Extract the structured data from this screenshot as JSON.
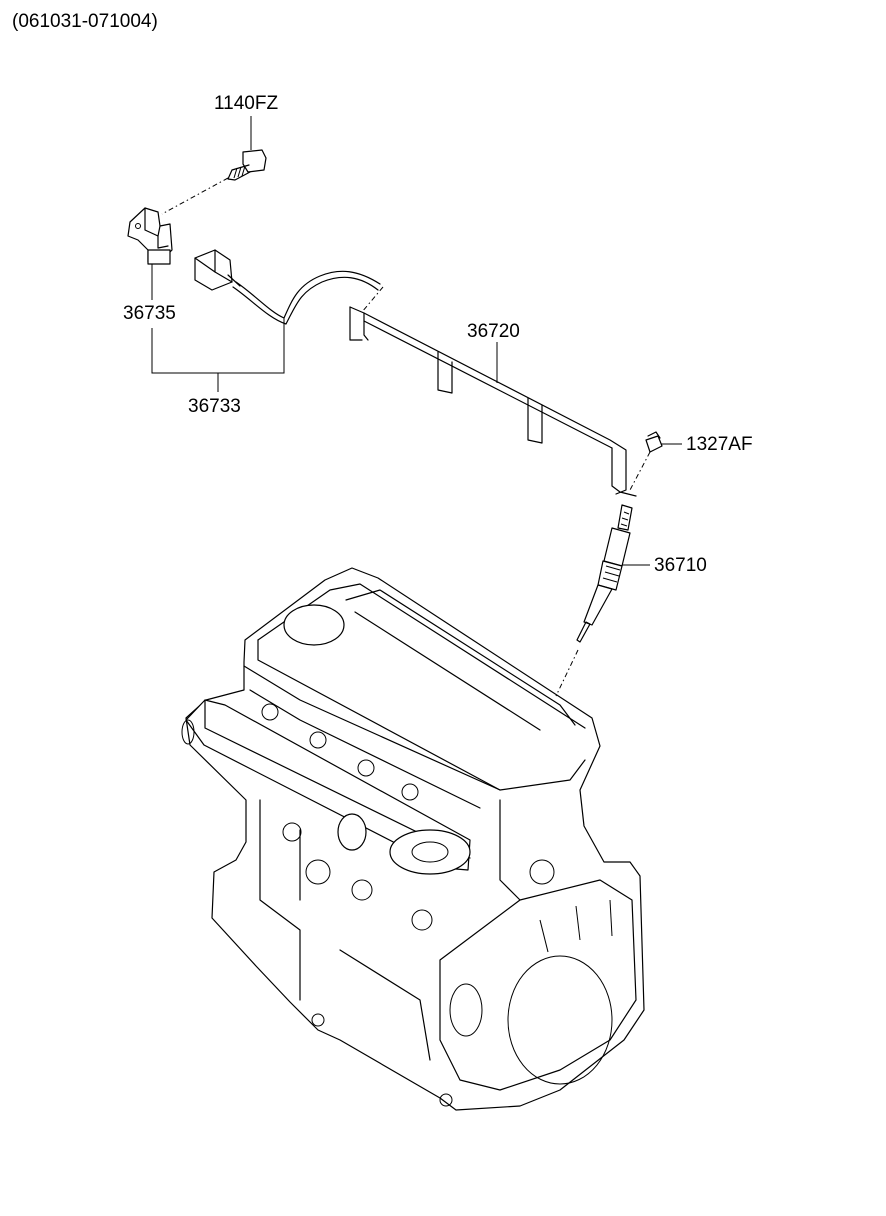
{
  "header": {
    "date_range": "(061031-071004)"
  },
  "parts": {
    "bolt": "1140FZ",
    "bracket": "36735",
    "sensor_assembly": "36733",
    "harness": "36720",
    "nut": "1327AF",
    "glow_plug": "36710"
  }
}
